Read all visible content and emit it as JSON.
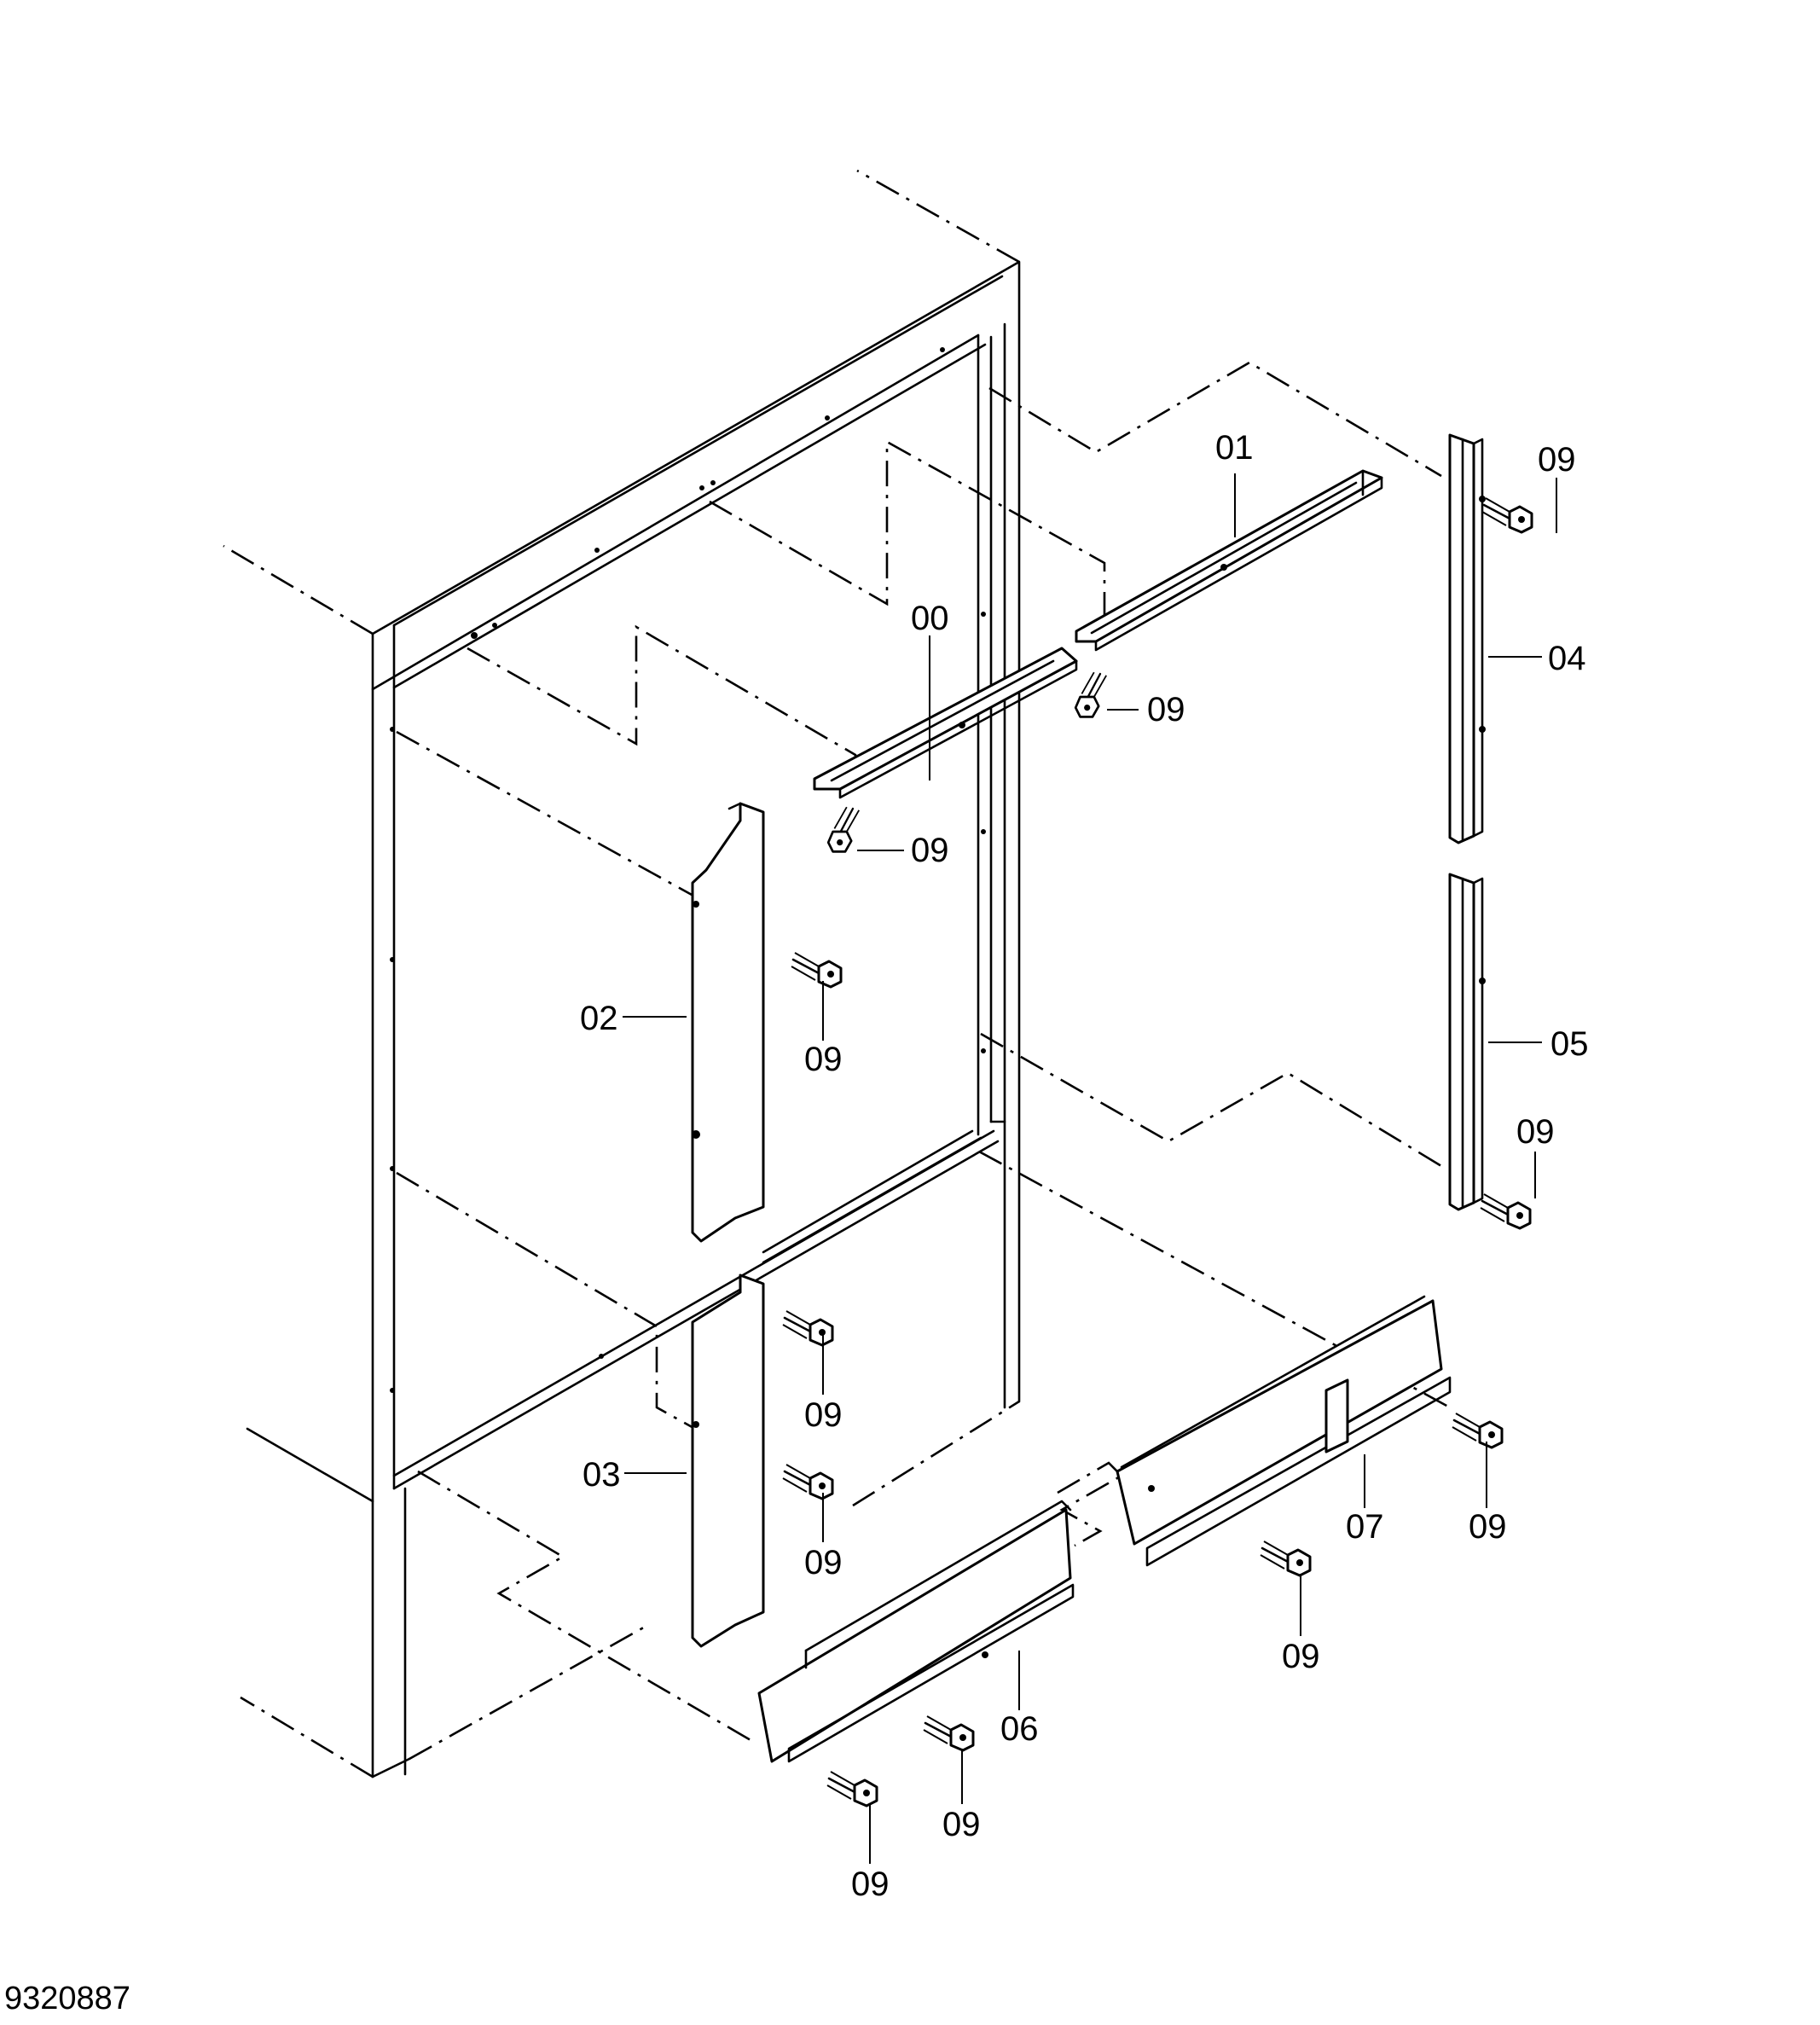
{
  "drawing_number": "9320887",
  "labels": {
    "p00": "00",
    "p01": "01",
    "p02": "02",
    "p03": "03",
    "p04": "04",
    "p05": "05",
    "p06": "06",
    "p07": "07",
    "p09": "09"
  }
}
